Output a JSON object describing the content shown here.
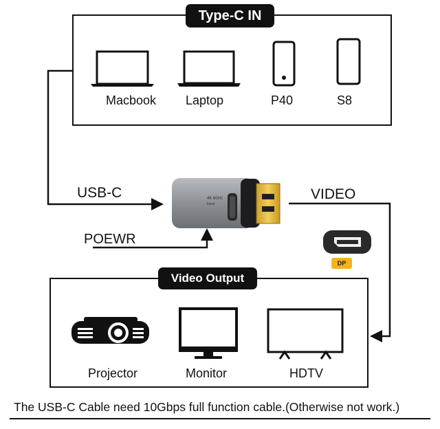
{
  "top_section": {
    "title": "Type-C IN",
    "devices": [
      {
        "label": "Macbook",
        "icon": "macbook-icon"
      },
      {
        "label": "Laptop",
        "icon": "laptop-icon"
      },
      {
        "label": "P40",
        "icon": "phone-icon"
      },
      {
        "label": "S8",
        "icon": "phone-icon"
      }
    ]
  },
  "middle": {
    "usb_c_label": "USB-C",
    "power_label": "POEWR",
    "video_label": "VIDEO",
    "adapter_text": "4K 60Hz",
    "adapter_subtext": "Input",
    "port_tag": "DP"
  },
  "bottom_section": {
    "title": "Video Output",
    "devices": [
      {
        "label": "Projector",
        "icon": "projector-icon"
      },
      {
        "label": "Monitor",
        "icon": "monitor-icon"
      },
      {
        "label": "HDTV",
        "icon": "hdtv-icon"
      }
    ]
  },
  "footer": {
    "note": "The USB-C Cable need 10Gbps full function cable.(Otherwise not work.)"
  },
  "colors": {
    "line": "#111111",
    "adapter_body": "#8e9297",
    "connector_gold": "#e0b53a",
    "dp_tag": "#f5b21e"
  }
}
